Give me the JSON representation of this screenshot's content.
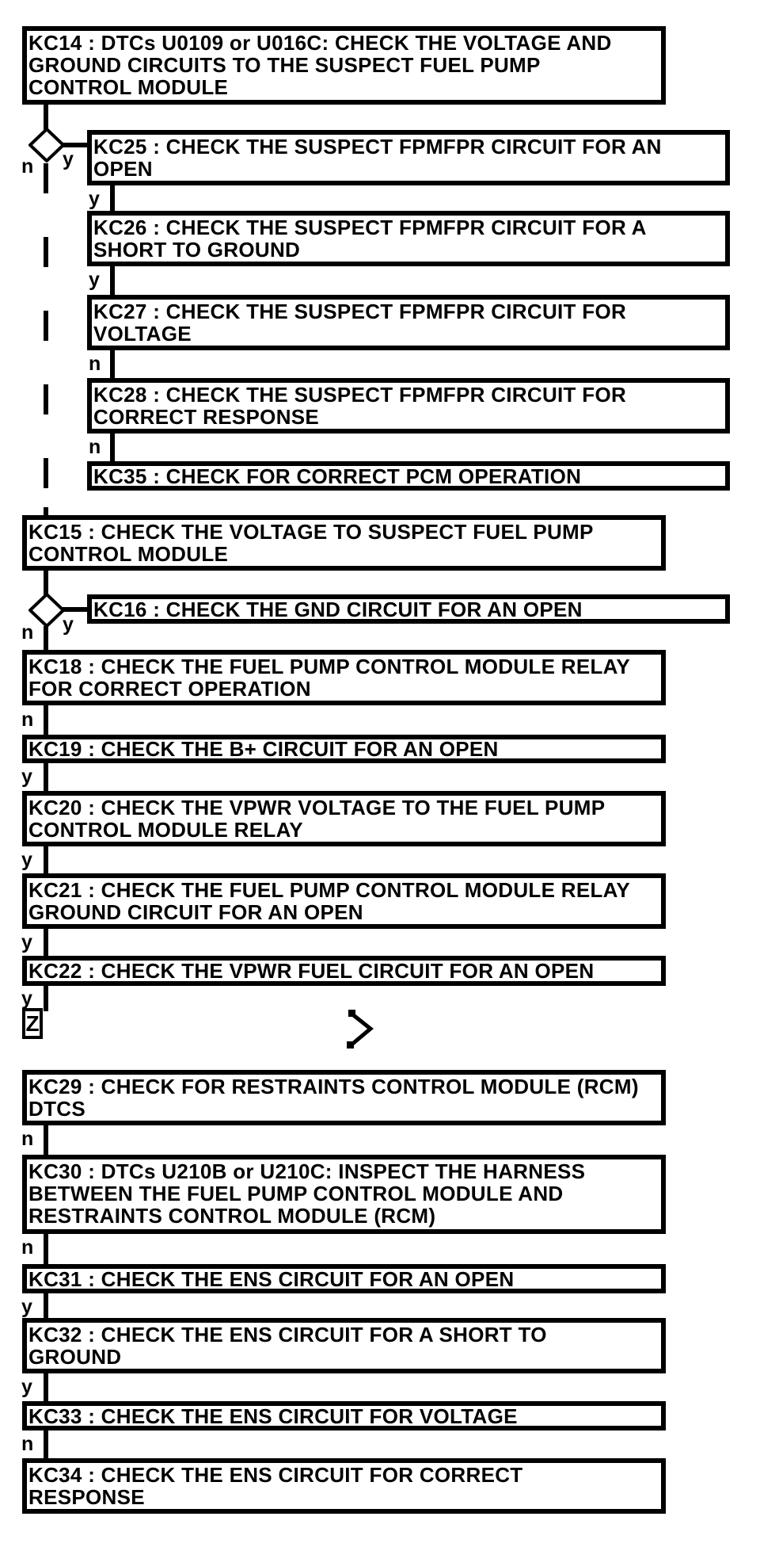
{
  "flowchart": {
    "background_color": "#ffffff",
    "line_color": "#000000",
    "nodes": {
      "kc14": "KC14 : DTCs U0109 or U016C: CHECK THE VOLTAGE AND\nGROUND CIRCUITS TO THE SUSPECT FUEL PUMP\nCONTROL MODULE",
      "kc25": "KC25 : CHECK THE SUSPECT FPMFPR CIRCUIT FOR AN\nOPEN",
      "kc26": "KC26 : CHECK THE SUSPECT FPMFPR CIRCUIT FOR A\nSHORT TO GROUND",
      "kc27": "KC27 : CHECK THE SUSPECT FPMFPR CIRCUIT FOR\nVOLTAGE",
      "kc28": "KC28 : CHECK THE SUSPECT FPMFPR CIRCUIT FOR\nCORRECT RESPONSE",
      "kc35": "KC35 : CHECK FOR CORRECT PCM OPERATION",
      "kc15": "KC15 : CHECK THE VOLTAGE TO SUSPECT FUEL PUMP\nCONTROL MODULE",
      "kc16": "KC16 : CHECK THE GND CIRCUIT FOR AN OPEN",
      "kc18": "KC18 : CHECK THE FUEL PUMP CONTROL MODULE RELAY\nFOR CORRECT OPERATION",
      "kc19": "KC19 : CHECK THE B+ CIRCUIT FOR AN OPEN",
      "kc20": "KC20 : CHECK THE VPWR VOLTAGE TO THE FUEL PUMP\nCONTROL MODULE RELAY",
      "kc21": "KC21 : CHECK THE FUEL PUMP CONTROL MODULE RELAY\nGROUND CIRCUIT FOR AN OPEN",
      "kc22": "KC22 : CHECK THE VPWR FUEL CIRCUIT FOR AN OPEN",
      "kc29": "KC29 : CHECK FOR RESTRAINTS CONTROL MODULE (RCM)\nDTCS",
      "kc30": "KC30 : DTCs U210B or U210C: INSPECT THE HARNESS\nBETWEEN THE FUEL PUMP CONTROL MODULE AND\nRESTRAINTS CONTROL MODULE (RCM)",
      "kc31": "KC31 : CHECK THE ENS CIRCUIT FOR AN OPEN",
      "kc32": "KC32 : CHECK THE ENS CIRCUIT FOR A SHORT TO\nGROUND",
      "kc33": "KC33 : CHECK THE ENS CIRCUIT FOR VOLTAGE",
      "kc34": "KC34 : CHECK THE ENS CIRCUIT FOR CORRECT\nRESPONSE"
    },
    "labels": {
      "d1_n": "n",
      "d1_y": "y",
      "kc25_kc26": "y",
      "kc26_kc27": "y",
      "kc27_kc28": "n",
      "kc28_kc35": "n",
      "d2_n": "n",
      "d2_y": "y",
      "kc18_kc19": "n",
      "kc19_kc20": "y",
      "kc20_kc21": "y",
      "kc21_kc22": "y",
      "kc22_z": "y",
      "kc29_kc30": "n",
      "kc30_kc31": "n",
      "kc31_kc32": "y",
      "kc32_kc33": "y",
      "kc33_kc34": "n",
      "offpage_connector": "Z"
    }
  }
}
